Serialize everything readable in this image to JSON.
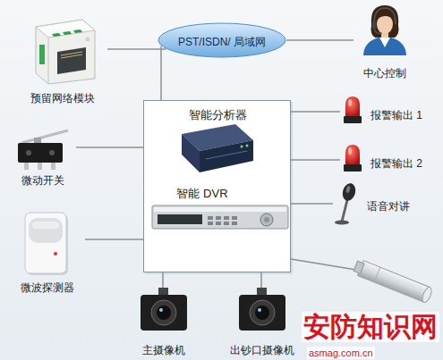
{
  "diagram": {
    "nodes": [
      {
        "text": [
          "预留网络模块"
        ]
      },
      {
        "text": [
          "PST/ISDN/ 局域网"
        ]
      },
      {
        "text": [
          "中心控制"
        ]
      },
      {
        "text": [
          "智能分析器",
          "智能 DVR"
        ]
      },
      {
        "text": [
          "报警输出 1"
        ]
      },
      {
        "text": [
          "报警输出 2"
        ]
      },
      {
        "text": [
          "微动开关"
        ]
      },
      {
        "text": [
          "语音对讲"
        ]
      },
      {
        "text": [
          "微波探测器"
        ]
      },
      {
        "text": [
          "主摄像机"
        ]
      },
      {
        "text": [
          "出钞口摄像机"
        ]
      }
    ],
    "edges": [
      {
        "from": 0,
        "to": 1,
        "arrow": "none"
      },
      {
        "from": 1,
        "to": 2,
        "arrow": "none"
      },
      {
        "from": 3,
        "to": 1,
        "arrow": "none"
      },
      {
        "from": 3,
        "to": 4,
        "arrow": "none"
      },
      {
        "from": 3,
        "to": 5,
        "arrow": "none"
      },
      {
        "from": 6,
        "to": 3,
        "arrow": "none"
      },
      {
        "from": 3,
        "to": 7,
        "arrow": "none"
      },
      {
        "from": 8,
        "to": 3,
        "arrow": "none"
      },
      {
        "from": 3,
        "to": 9,
        "arrow": "none"
      },
      {
        "from": 3,
        "to": 10,
        "arrow": "none"
      }
    ],
    "labels": [
      "安防知识网",
      "asmag.com.cn"
    ]
  }
}
